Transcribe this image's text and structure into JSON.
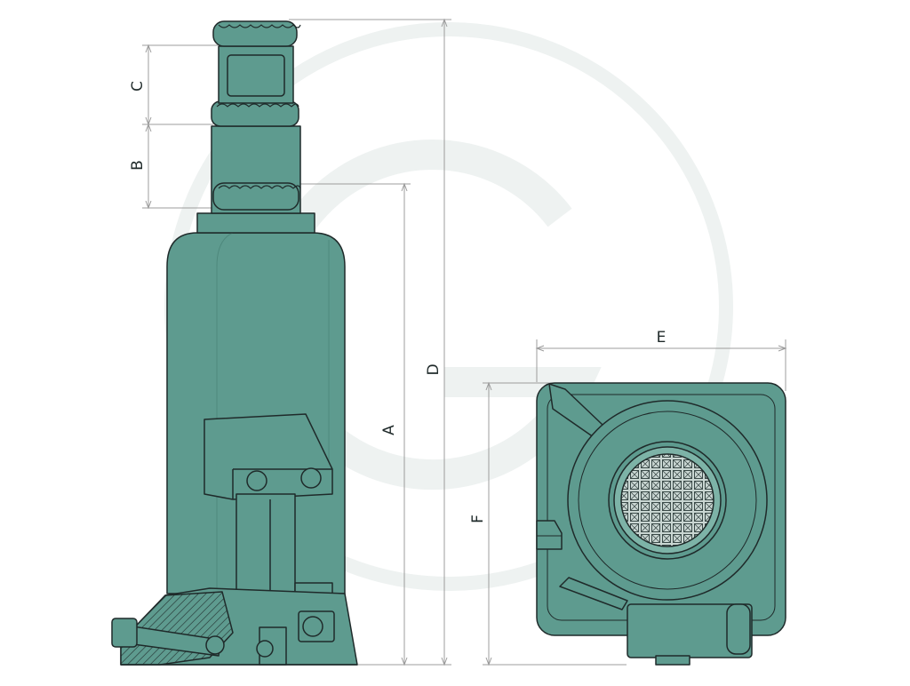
{
  "colors": {
    "body": "#5E9B8F",
    "body_dark": "#4E887C",
    "highlight": "#7DB3A7",
    "line": "#1F2A2A",
    "dim": "#9C9C9C",
    "watermark": "#EEF2F1",
    "pad_light": "#C9D6D2"
  },
  "watermark": {
    "icon": "g-logo-circle"
  },
  "dimensions": {
    "A": "A",
    "B": "B",
    "C": "C",
    "D": "D",
    "E": "E",
    "F": "F"
  }
}
